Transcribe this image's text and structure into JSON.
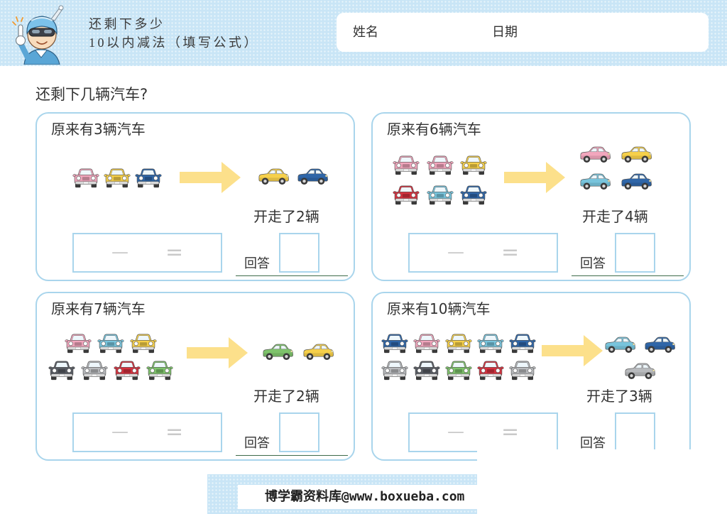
{
  "theme": {
    "header_bg": "#c9e5f6",
    "panel_border": "#a9d5ec",
    "arrow": "#fce08b",
    "answer_line": "#3d6b4a"
  },
  "header": {
    "mascot_icon": "pilot-mascot",
    "title": "还剩下多少",
    "subtitle": "10以内减法（填写公式）",
    "name_label": "姓名",
    "date_label": "日期"
  },
  "question": "还剩下几辆汽车?",
  "panels": [
    {
      "title": "原来有3辆汽车",
      "departed_text": "开走了2辆",
      "minus_symbol": "—",
      "equals_symbol": "=",
      "answer_label": "回答",
      "cars_before": [
        [
          "#f2a6bd",
          "#f6d04a",
          "#2f66a8"
        ]
      ],
      "cars_gone": [
        [
          "#f6d04a",
          "#2f66a8"
        ]
      ]
    },
    {
      "title": "原来有6辆汽车",
      "departed_text": "开走了4辆",
      "minus_symbol": "—",
      "equals_symbol": "=",
      "answer_label": "回答",
      "cars_before": [
        [
          "#f2a6bd",
          "#f2a6bd",
          "#f6d04a"
        ],
        [
          "#d6323f",
          "#78c4dc",
          "#2f66a8"
        ]
      ],
      "cars_gone": [
        [
          "#f2a6bd",
          "#f6d04a"
        ],
        [
          "#78c4dc",
          "#2f66a8"
        ]
      ]
    },
    {
      "title": "原来有7辆汽车",
      "departed_text": "开走了2辆",
      "minus_symbol": "—",
      "equals_symbol": "=",
      "answer_label": "回答",
      "cars_before": [
        [
          "#f2a6bd",
          "#78c4dc",
          "#f6d04a"
        ],
        [
          "#575b62",
          "#b8babd",
          "#d6323f",
          "#7ec36b"
        ]
      ],
      "cars_gone": [
        [
          "#7ec36b",
          "#f6d04a"
        ]
      ]
    },
    {
      "title": "原来有10辆汽车",
      "departed_text": "开走了3辆",
      "minus_symbol": "—",
      "equals_symbol": "=",
      "answer_label": "回答",
      "cars_before": [
        [
          "#2f66a8",
          "#f2a6bd",
          "#f6d04a",
          "#78c4dc",
          "#2f66a8"
        ],
        [
          "#b8babd",
          "#575b62",
          "#7ec36b",
          "#d6323f",
          "#b8babd"
        ]
      ],
      "cars_gone": [
        [
          "#78c4dc",
          "#2f66a8"
        ],
        [
          "#b8babd"
        ]
      ]
    }
  ],
  "footer": {
    "text": "博学霸资料库@www.boxueba.com"
  }
}
